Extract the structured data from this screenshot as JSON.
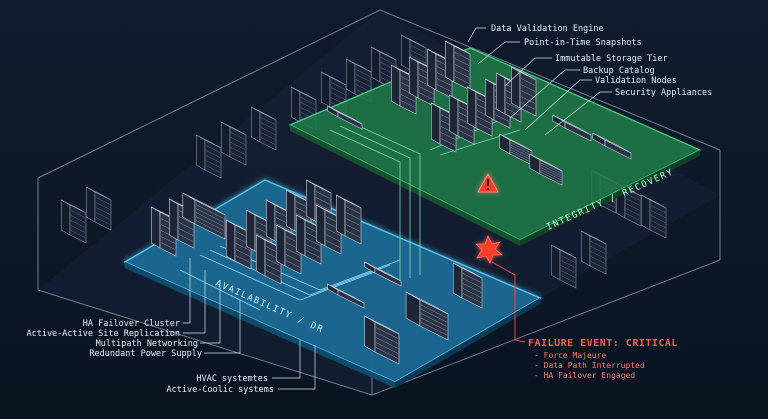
{
  "zones": {
    "recovery_label": "INTEGRITY / RECOVERY",
    "availability_label": "AVAILABILITY / DR"
  },
  "callouts_right": [
    "Data Validation Engine",
    "Point-in-Time Snapshots",
    "Immutable Storage Tier",
    "Backup Catalog",
    "Validation Nodes",
    "Security Appliances"
  ],
  "callouts_left": [
    "HA Failover Cluster",
    "Active-Active Site Replication",
    "Multipath Networking",
    "Redundant Power Supply",
    "HVAC systemtes",
    "Active-Coolic systems"
  ],
  "failure": {
    "title": "FAILURE EVENT: CRITICAL",
    "items": [
      "- Force Majeure",
      "- Data Path Interrupted",
      "- HA Failover Engaged"
    ]
  },
  "colors": {
    "recovery": "#2fae62",
    "availability": "#27b4e6",
    "failure": "#ff4a3a",
    "outline": "#7d8aa0"
  }
}
